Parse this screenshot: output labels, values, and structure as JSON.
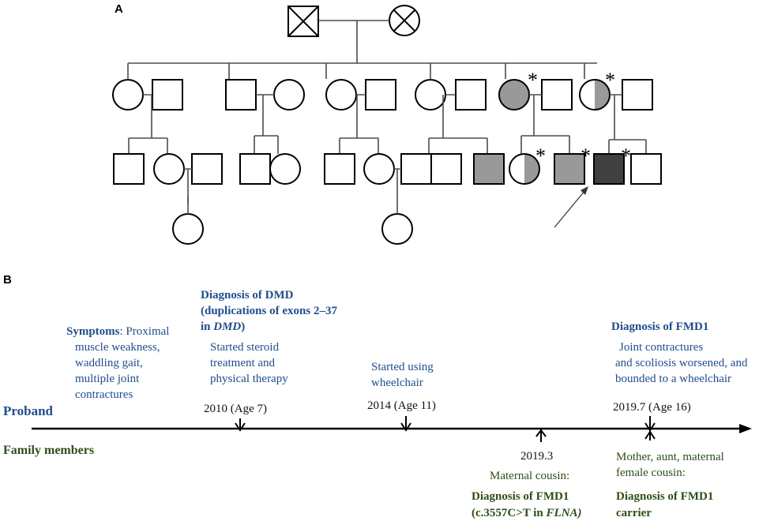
{
  "panel_a": {
    "label": "A",
    "asterisk": "*"
  },
  "panel_b": {
    "label": "B",
    "row_proband": "Proband",
    "row_family": "Family members",
    "symptoms_title": "Symptoms",
    "symptoms_lines": [
      ": Proximal",
      "muscle weakness,",
      "waddling gait,",
      "multiple joint",
      "contractures"
    ],
    "dmd_title_lines": [
      "Diagnosis  of DMD",
      "(duplications  of exons 2–37",
      "in "
    ],
    "dmd_gene": "DMD",
    "dmd_paren": ")",
    "steroid_lines": [
      "Started steroid",
      "treatment and",
      "physical therapy"
    ],
    "date_2010": "2010 (Age 7)",
    "wheelchair_lines": [
      "Started using",
      "wheelchair"
    ],
    "date_2014": "2014 (Age 11)",
    "fmd_title": "Diagnosis of FMD1",
    "fmd_lines": [
      "Joint contractures",
      "and scoliosis worsened, and",
      "bounded to a wheelchair"
    ],
    "date_2019_7": "2019.7 (Age 16)",
    "date_2019_3": "2019.3",
    "cousin_lines": [
      "Maternal cousin:"
    ],
    "cousin_dx_lines": [
      "Diagnosis of FMD1",
      "(c.3557C>T in "
    ],
    "cousin_gene": "FLNA)",
    "family_lines": [
      "Mother, aunt, maternal",
      "female cousin:"
    ],
    "family_dx_lines": [
      "Diagnosis of FMD1",
      "carrier"
    ]
  },
  "colors": {
    "blue": "#1f4e8c",
    "green": "#2e4e18",
    "affected_gray": "#999999",
    "proband_dark": "#404040"
  }
}
